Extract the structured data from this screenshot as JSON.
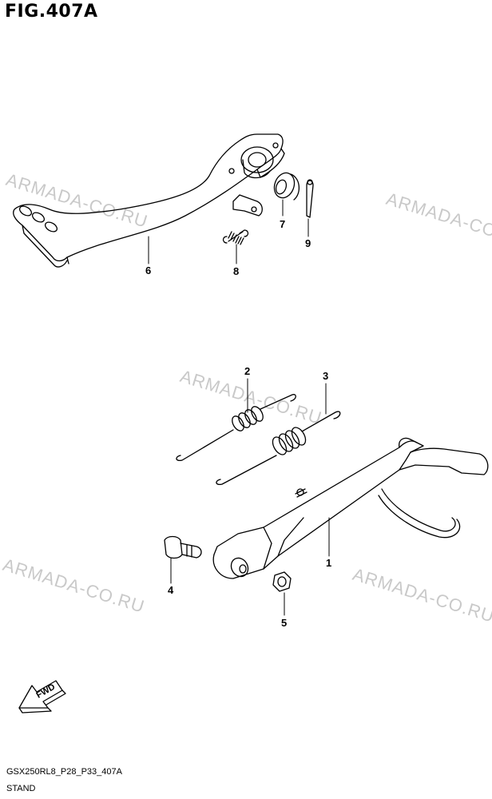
{
  "figure": {
    "title": "FIG.407A",
    "footer_code": "GSX250RL8_P28_P33_407A",
    "footer_name": "STAND"
  },
  "watermarks": [
    "ARMADA-CO.RU",
    "ARMADA-CO.RU",
    "ARMADA-CO.RU",
    "ARMADA-CO.RU",
    "ARMADA-CO.RU"
  ],
  "parts": {
    "p1": "1",
    "p2": "2",
    "p3": "3",
    "p4": "4",
    "p5": "5",
    "p6": "6",
    "p7": "7",
    "p8": "8",
    "p9": "9"
  },
  "fwd_label": "FWD"
}
